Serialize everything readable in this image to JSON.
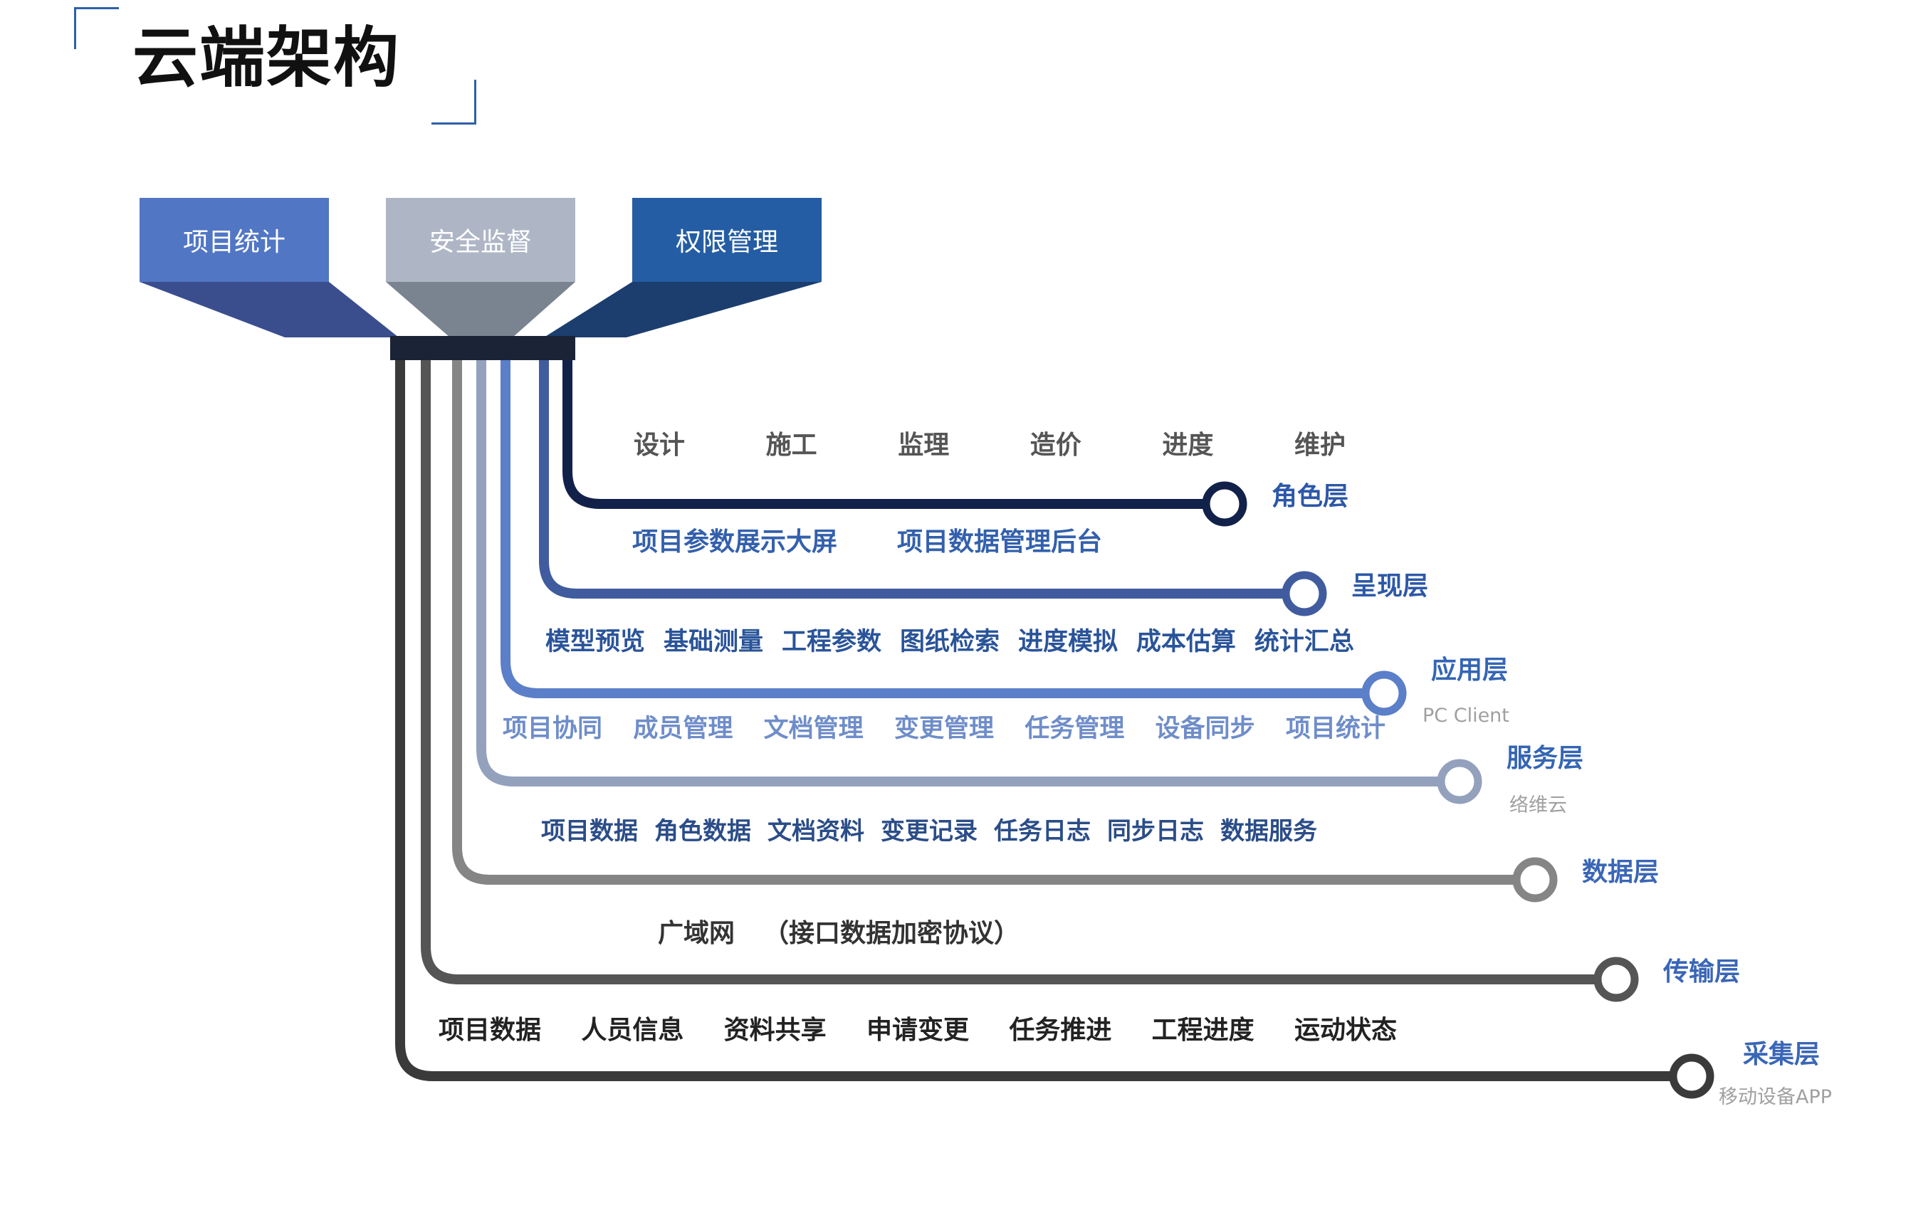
{
  "title": "云端架构",
  "top_boxes": [
    {
      "label": "项目统计",
      "color": "#5176c4",
      "funnel_color": "#3a4e8e"
    },
    {
      "label": "安全监督",
      "color": "#aeb6c6",
      "funnel_color": "#7a8390"
    },
    {
      "label": "权限管理",
      "color": "#245da3",
      "funnel_color": "#1b3e6e"
    }
  ],
  "layers": [
    {
      "label": "角色层",
      "sublabel": "",
      "color": "#12214a",
      "label_color": "#2d58a8",
      "item_color": "#555555",
      "items": [
        "设计",
        "施工",
        "监理",
        "造价",
        "进度",
        "维护"
      ]
    },
    {
      "label": "呈现层",
      "sublabel": "",
      "color": "#405c9f",
      "label_color": "#2d58a8",
      "item_color": "#3360ac",
      "items": [
        "项目参数展示大屏",
        "项目数据管理后台"
      ]
    },
    {
      "label": "应用层",
      "sublabel": "PC Client",
      "color": "#5b7fc8",
      "label_color": "#3565b4",
      "item_color": "#2a5499",
      "items": [
        "模型预览",
        "基础测量",
        "工程参数",
        "图纸检索",
        "进度模拟",
        "成本估算",
        "统计汇总"
      ]
    },
    {
      "label": "服务层",
      "sublabel": "络维云",
      "color": "#93a1bd",
      "label_color": "#3565b4",
      "item_color": "#6f8dc9",
      "items": [
        "项目协同",
        "成员管理",
        "文档管理",
        "变更管理",
        "任务管理",
        "设备同步",
        "项目统计"
      ]
    },
    {
      "label": "数据层",
      "sublabel": "",
      "color": "#858585",
      "label_color": "#3a66b6",
      "item_color": "#2b4d88",
      "items": [
        "项目数据",
        "角色数据",
        "文档资料",
        "变更记录",
        "任务日志",
        "同步日志",
        "数据服务"
      ]
    },
    {
      "label": "传输层",
      "sublabel": "",
      "color": "#555555",
      "label_color": "#3a66b6",
      "item_color": "#333333",
      "items": [
        "广域网",
        "（接口数据加密协议）"
      ]
    },
    {
      "label": "采集层",
      "sublabel": "移动设备APP",
      "color": "#3a3a3a",
      "label_color": "#3a66b6",
      "item_color": "#222222",
      "items": [
        "项目数据",
        "人员信息",
        "资料共享",
        "申请变更",
        "任务推进",
        "工程进度",
        "运动状态"
      ]
    }
  ]
}
